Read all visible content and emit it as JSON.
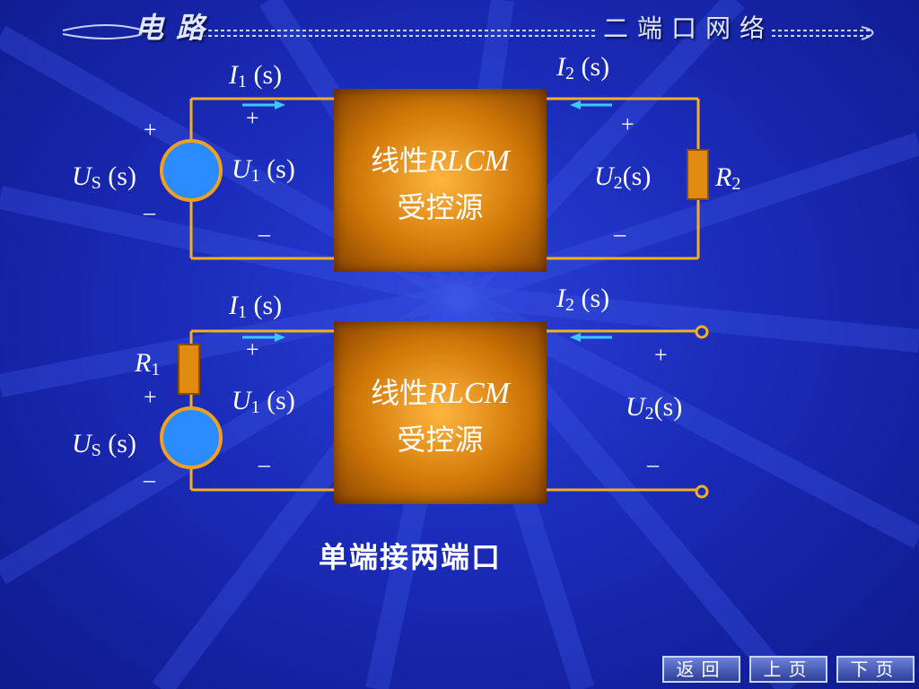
{
  "header": {
    "left_title": "电路",
    "right_title": "二端口网络"
  },
  "circuit_top": {
    "i1": {
      "sym": "I",
      "sub": "1",
      "arg": " (s)"
    },
    "i2": {
      "sym": "I",
      "sub": "2",
      "arg": " (s)"
    },
    "us": {
      "sym": "U",
      "sub": "S",
      "arg": " (s)"
    },
    "u1": {
      "sym": "U",
      "sub": "1",
      "arg": " (s)"
    },
    "u2": {
      "sym": "U",
      "sub": "2",
      "arg": "(s)"
    },
    "r2": {
      "sym": "R",
      "sub": "2"
    },
    "box_line1_cn": "线性",
    "box_line1_it": "RLCM",
    "box_line2": "受控源",
    "plus": "+",
    "minus": "–"
  },
  "circuit_bottom": {
    "i1": {
      "sym": "I",
      "sub": "1",
      "arg": " (s)"
    },
    "i2": {
      "sym": "I",
      "sub": "2",
      "arg": " (s)"
    },
    "r1": {
      "sym": "R",
      "sub": "1"
    },
    "us": {
      "sym": "U",
      "sub": "S",
      "arg": " (s)"
    },
    "u1": {
      "sym": "U",
      "sub": "1",
      "arg": " (s)"
    },
    "u2": {
      "sym": "U",
      "sub": "2",
      "arg": "(s)"
    },
    "box_line1_cn": "线性",
    "box_line1_it": "RLCM",
    "box_line2": "受控源",
    "plus": "+",
    "minus": "–"
  },
  "caption": "单端接两端口",
  "nav": {
    "back": "返回",
    "prev": "上页",
    "next": "下页"
  },
  "colors": {
    "wire": "#f0b020",
    "arrow": "#3cc8ff",
    "source_fill": "#2a8cff",
    "source_ring": "#f0a020"
  }
}
